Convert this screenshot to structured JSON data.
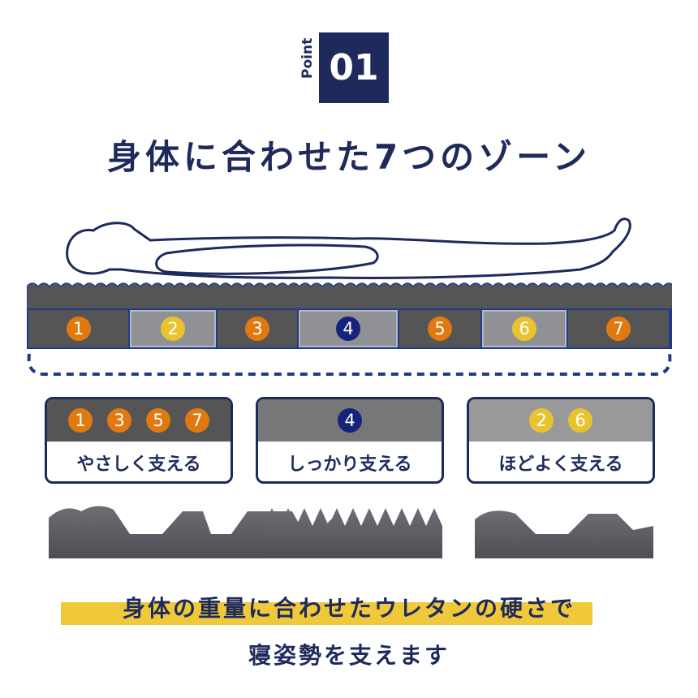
{
  "badge": {
    "point": "Point",
    "number": "01"
  },
  "title": "身体に合わせた7つのゾーン",
  "colors": {
    "navy": "#1f2a5c",
    "orange": "#e07a10",
    "yellow": "#e8c32e",
    "blue": "#15237a"
  },
  "zones": [
    {
      "n": "1",
      "type": "soft"
    },
    {
      "n": "2",
      "type": "medium"
    },
    {
      "n": "3",
      "type": "soft"
    },
    {
      "n": "4",
      "type": "firm"
    },
    {
      "n": "5",
      "type": "soft"
    },
    {
      "n": "6",
      "type": "medium"
    },
    {
      "n": "7",
      "type": "soft"
    }
  ],
  "cards": [
    {
      "nums": [
        "1",
        "3",
        "5",
        "7"
      ],
      "label": "やさしく支える"
    },
    {
      "nums": [
        "4"
      ],
      "label": "しっかり支える"
    },
    {
      "nums": [
        "2",
        "6"
      ],
      "label": "ほどよく支える"
    }
  ],
  "bottom": {
    "line1": "身体の重量に合わせたウレタンの硬さで",
    "line2": "寝姿勢を支えます"
  }
}
